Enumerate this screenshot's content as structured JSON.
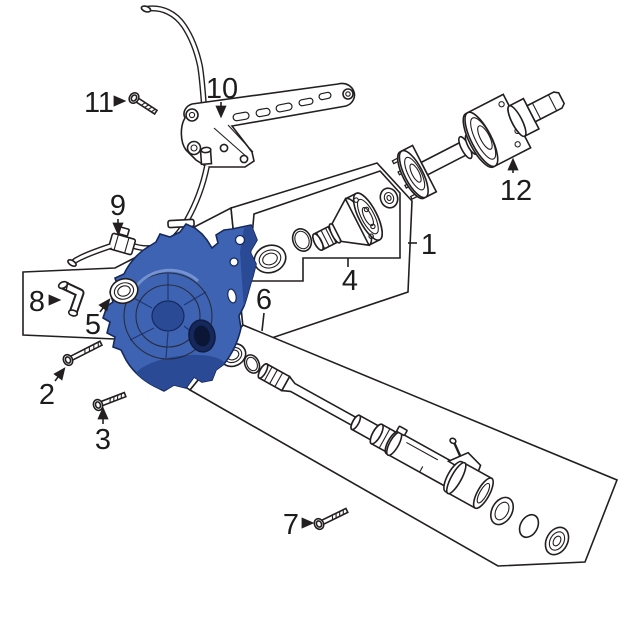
{
  "diagram": {
    "background": "#FFFFFF",
    "line_color": "#231F20",
    "highlight_colors": {
      "housing_blue": "#3E63B2",
      "housing_dark": "#2A4A95",
      "housing_navy": "#16295E",
      "housing_highlight": "#7B98D6",
      "bore_dark": "#0B1634"
    },
    "callouts": {
      "c1": {
        "label": "1"
      },
      "c2": {
        "label": "2"
      },
      "c3": {
        "label": "3"
      },
      "c4": {
        "label": "4"
      },
      "c5": {
        "label": "5"
      },
      "c6": {
        "label": "6"
      },
      "c7": {
        "label": "7"
      },
      "c8": {
        "label": "8"
      },
      "c9": {
        "label": "9"
      },
      "c10": {
        "label": "10"
      },
      "c11": {
        "label": "11"
      },
      "c12": {
        "label": "12"
      }
    }
  }
}
